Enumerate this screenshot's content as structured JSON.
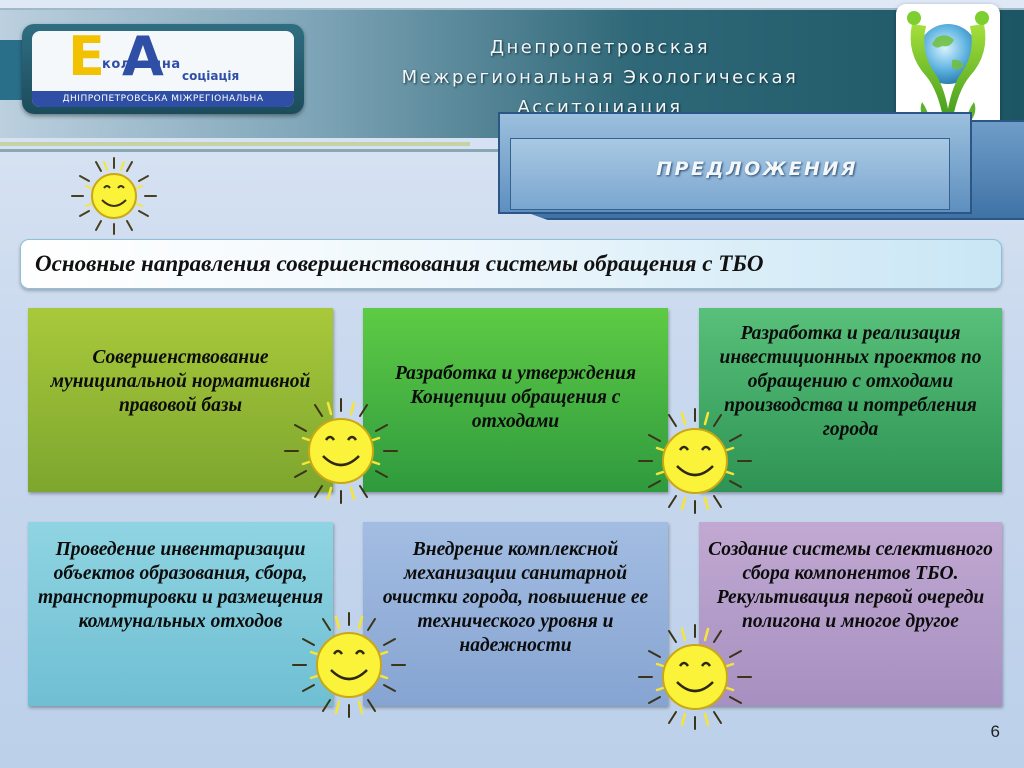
{
  "header": {
    "title_lines": [
      "Днепропетровская",
      "Межрегиональная Экологическая",
      "Асситоциация"
    ]
  },
  "logo": {
    "letter_e": "Е",
    "letter_a": "А",
    "word_1": "кологічна",
    "word_2": "соціація",
    "bottom_text": "ДНІПРОПЕТРОВСЬКА МІЖРЕГІОНАЛЬНА"
  },
  "section": {
    "tab_label": "ПРЕДЛОЖЕНИЯ",
    "heading": "Основные направления совершенствования системы обращения с ТБО"
  },
  "cards": [
    {
      "text": "Совершенствование муниципальной нормативной правовой базы",
      "color": "#9cbf36"
    },
    {
      "text": "Разработка и утверждения Концепции обращения с отходами",
      "color": "#48b842"
    },
    {
      "text": "Разработка и реализация инвестиционных проектов по обращению с отходами производства и потребления города",
      "color": "#45ae68"
    },
    {
      "text": "Проведение инвентаризации объектов образования, сбора, транспортировки и размещения коммунальных отходов",
      "color": "#7fcbdb"
    },
    {
      "text": "Внедрение комплексной механизации санитарной очистки города, повышение ее технического уровня и надежности",
      "color": "#95b1db"
    },
    {
      "text": "Создание системы селективного сбора компонентов ТБО. Рекультивация первой очереди полигона и многое другое",
      "color": "#b49dca"
    }
  ],
  "footer": {
    "page_number": "6"
  },
  "icons": [
    "smiling-sun-icon",
    "eco-globe-people-icon"
  ]
}
